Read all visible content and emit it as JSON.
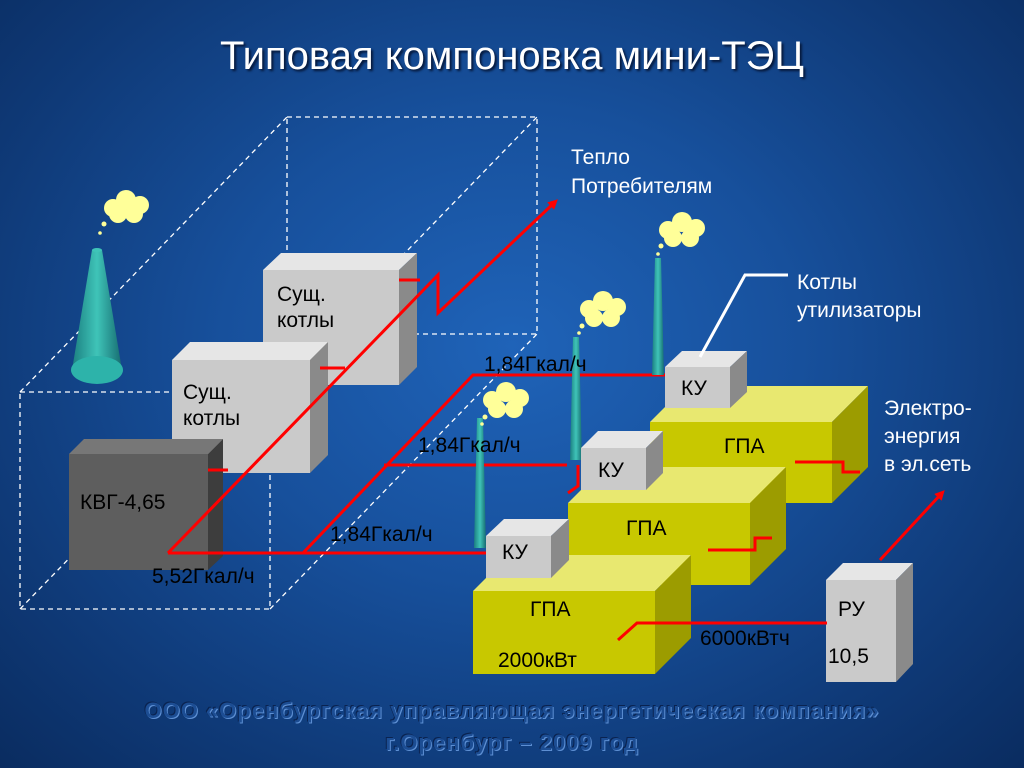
{
  "title": "Типовая компоновка мини-ТЭЦ",
  "labels": {
    "existing_boiler_top_line1": "Сущ.",
    "existing_boiler_top_line2": "котлы",
    "existing_boiler_mid_line1": "Сущ.",
    "existing_boiler_mid_line2": "котлы",
    "kvg": "КВГ-4,65",
    "heat_total": "5,52Гкал/ч",
    "heat_flow_1": "1,84Гкал/ч",
    "heat_flow_2": "1,84Гкал/ч",
    "heat_flow_3": "1,84Гкал/ч",
    "ku_1": "КУ",
    "ku_2": "КУ",
    "ku_3": "КУ",
    "gpa_1": "ГПА",
    "gpa_2": "ГПА",
    "gpa_3": "ГПА",
    "gpa_power": "2000кВт",
    "ru": "РУ",
    "ru_voltage": "10,5",
    "energy_total": "6000кВтч",
    "heat_consumers_line1": "Тепло",
    "heat_consumers_line2": "Потребителям",
    "recovery_boilers_line1": "Котлы",
    "recovery_boilers_line2": "утилизаторы",
    "electricity_line1": "Электро-",
    "electricity_line2": "энергия",
    "electricity_line3": "в эл.сеть"
  },
  "footer": {
    "line1": "ООО «Оренбургская управляющая энергетическая компания»",
    "line2": "г.Оренбург – 2009 год"
  },
  "colors": {
    "flow_line": "#ff0000",
    "gpa_face": "#c8c800",
    "box_light": "#c9c9c9",
    "box_dark": "#606060",
    "chimney": "#2aa6a0"
  }
}
